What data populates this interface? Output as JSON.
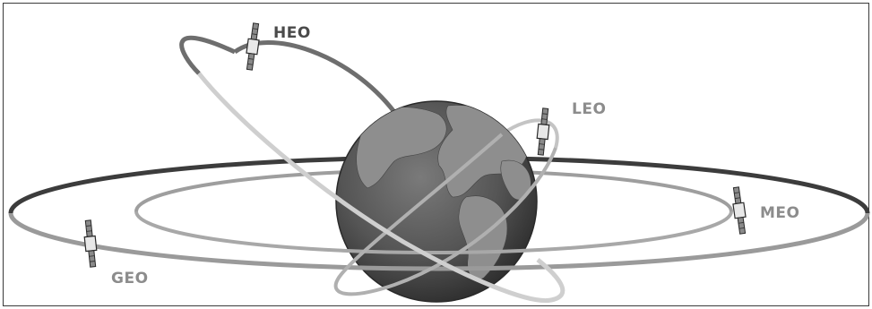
{
  "labels": {
    "heo": "HEO",
    "leo": "LEO",
    "meo": "MEO",
    "geo": "GEO"
  },
  "colors": {
    "heo_label": "#4a4a4a",
    "leo_label": "#8c8c8c",
    "meo_label": "#8c8c8c",
    "geo_label": "#8c8c8c",
    "geo_orbit": "#3c3c3c",
    "geo_orbit_light": "#9a9a9a",
    "meo_orbit": "#9e9e9e",
    "leo_orbit": "#c4c4c4",
    "heo_orbit": "#6e6e6e",
    "heo_orbit_light": "#cfcfcf",
    "earth_ocean": "#5a5a5a",
    "earth_land": "#8e8e8e"
  },
  "icons": {
    "satellite": "satellite-icon",
    "earth": "earth-globe"
  }
}
